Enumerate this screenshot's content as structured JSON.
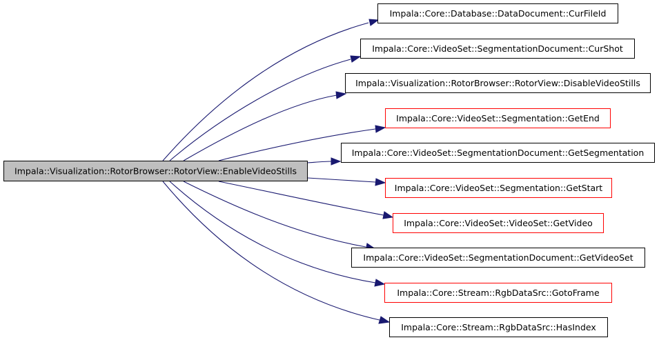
{
  "graph": {
    "source": {
      "label": "Impala::Visualization::RotorBrowser::RotorView::EnableVideoStills",
      "fill": "#bfbfbf",
      "border": "#000000"
    },
    "targets": [
      {
        "label": "Impala::Core::Database::DataDocument::CurFileId",
        "border": "#000000"
      },
      {
        "label": "Impala::Core::VideoSet::SegmentationDocument::CurShot",
        "border": "#000000"
      },
      {
        "label": "Impala::Visualization::RotorBrowser::RotorView::DisableVideoStills",
        "border": "#000000"
      },
      {
        "label": "Impala::Core::VideoSet::Segmentation::GetEnd",
        "border": "#ff0000"
      },
      {
        "label": "Impala::Core::VideoSet::SegmentationDocument::GetSegmentation",
        "border": "#000000"
      },
      {
        "label": "Impala::Core::VideoSet::Segmentation::GetStart",
        "border": "#ff0000"
      },
      {
        "label": "Impala::Core::VideoSet::VideoSet::GetVideo",
        "border": "#ff0000"
      },
      {
        "label": "Impala::Core::VideoSet::SegmentationDocument::GetVideoSet",
        "border": "#000000"
      },
      {
        "label": "Impala::Core::Stream::RgbDataSrc::GotoFrame",
        "border": "#ff0000"
      },
      {
        "label": "Impala::Core::Stream::RgbDataSrc::HasIndex",
        "border": "#000000"
      }
    ],
    "edge_color": "#191970"
  }
}
